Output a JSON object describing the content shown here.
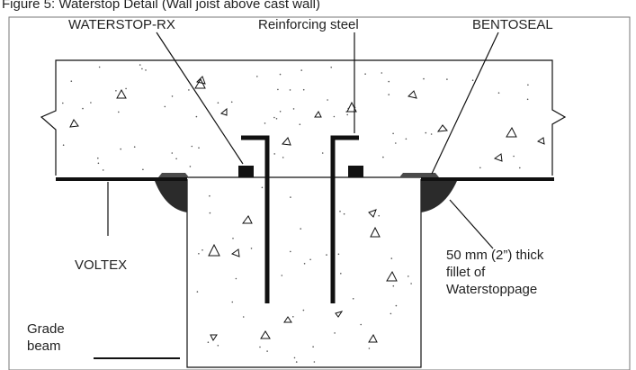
{
  "title": "Figure 5: Waterstop Detail (Wall joist above cast wall)",
  "labels": {
    "waterstop": "WATERSTOP-RX",
    "reinforcing": "Reinforcing steel",
    "bentoseal": "BENTOSEAL",
    "voltex": "VOLTEX",
    "fillet_line1": "50 mm (2”) thick",
    "fillet_line2": "fillet of",
    "fillet_line3": "Waterstoppage",
    "grade_line1": "Grade",
    "grade_line2": "beam"
  },
  "colors": {
    "line": "#111111",
    "background": "#ffffff",
    "text": "#222222"
  }
}
